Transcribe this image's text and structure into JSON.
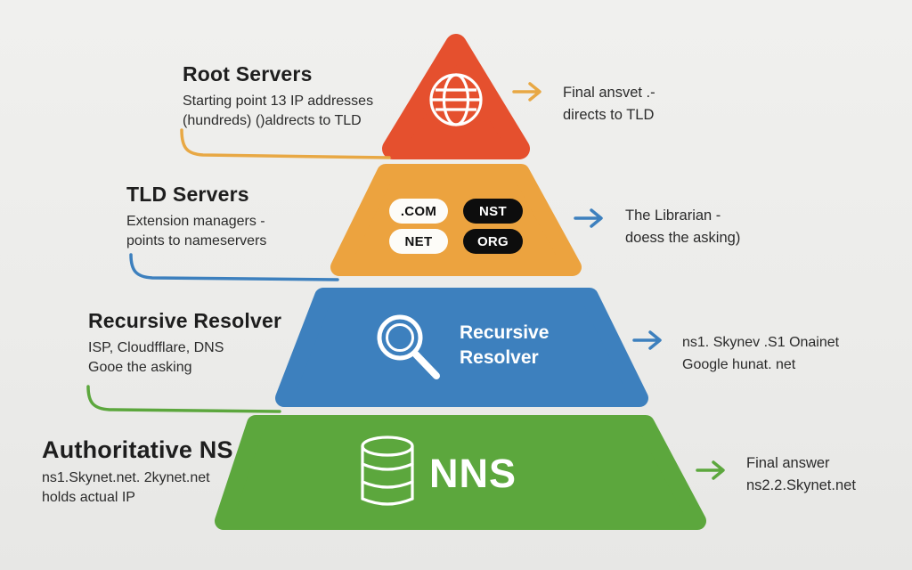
{
  "title": "DNS hierarchy pyramid infographic",
  "colors": {
    "background": "#ECECEA",
    "root": "#E5502E",
    "tld": "#ECA33F",
    "recursive": "#3D80BE",
    "authoritative": "#5CA73D",
    "arrow_orange": "#E8A844",
    "arrow_blue": "#3D80BE",
    "arrow_green": "#5CA73D",
    "pill_dark": "#0D0D0D",
    "pill_light": "#FDFCF8",
    "icon_white": "#FFFFFF",
    "text": "#1E1E1E"
  },
  "left_labels": [
    {
      "title": "Root Servers",
      "line1": "Starting point 13 IP addresses",
      "line2": "(hundreds) ()aldrects to TLD"
    },
    {
      "title": "TLD Servers",
      "line1": "Extension managers -",
      "line2": "points to nameservers"
    },
    {
      "title": "Recursive Resolver",
      "line1": "ISP, Cloudfflare, DNS",
      "line2": "Gooe the asking"
    },
    {
      "title": "Authoritative NS",
      "line1": "ns1.Skynet.net. 2kynet.net",
      "line2": "holds actual IP"
    }
  ],
  "right_labels": [
    {
      "line1": "Final ansvet .-",
      "line2": "directs to TLD"
    },
    {
      "line1": "The Librarian -",
      "line2": "doess the asking)"
    },
    {
      "line1": "ns1. Skynev .S1 Onainet",
      "line2": "Google hunat. net"
    },
    {
      "line1": "Final answer",
      "line2": "ns2.2.Skynet.net"
    }
  ],
  "pyramid": {
    "root": {
      "icon": "globe-icon"
    },
    "tld": {
      "pills": [
        ".COM",
        "NST",
        "NET",
        "ORG"
      ]
    },
    "recursive": {
      "icon": "magnifier-icon",
      "label_line1": "Recursive",
      "label_line2": "Resolver"
    },
    "authoritative": {
      "icon": "database-icon",
      "label": "NNS"
    }
  }
}
